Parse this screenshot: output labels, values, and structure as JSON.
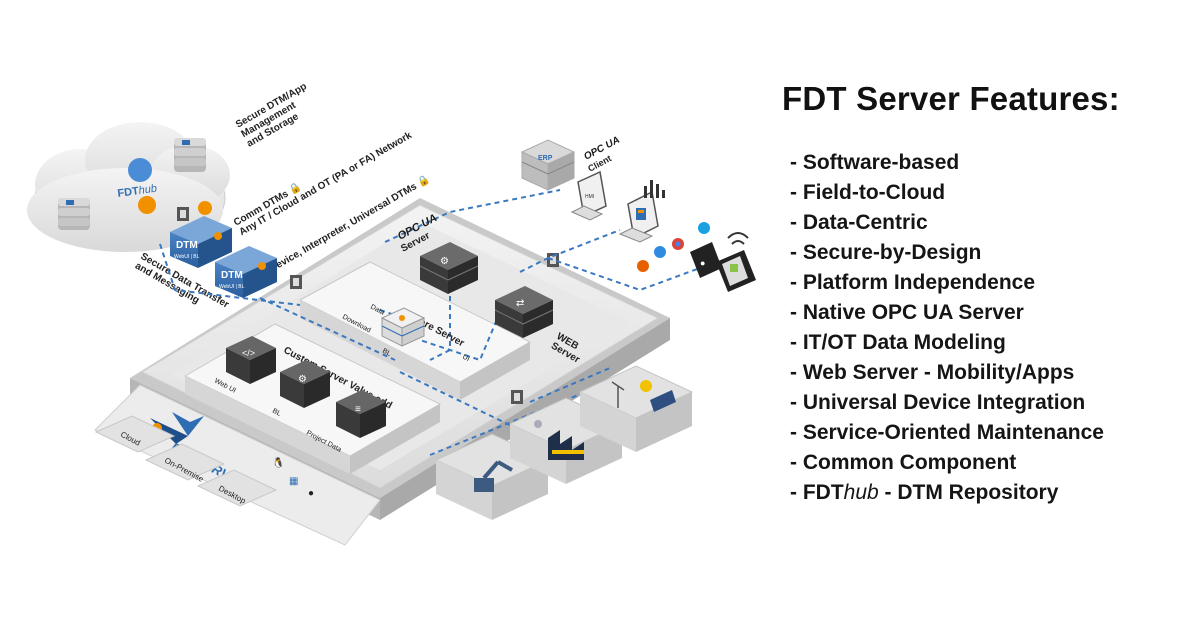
{
  "features": {
    "title": "FDT Server Features:",
    "items": [
      "- Software-based",
      "- Field-to-Cloud",
      "- Data-Centric",
      "- Secure-by-Design",
      "- Platform Independence",
      "- Native OPC UA Server",
      "- IT/OT Data Modeling",
      "- Web Server - Mobility/Apps",
      "- Universal Device Integration",
      "- Service-Oriented Maintenance",
      "- Common Component"
    ],
    "last_item": {
      "prefix": "- FDT",
      "italic": "hub",
      "suffix": " - DTM Repository"
    }
  },
  "diagram": {
    "cloud": {
      "hub_brand": "FDT",
      "hub_italic": "hub",
      "label_storage": [
        "Secure DTM/App",
        "Management",
        "and Storage"
      ],
      "label_comm": [
        "Comm DTMs 🔒",
        "Any IT / Cloud and OT (PA or FA) Network"
      ],
      "label_device": "Device, Interpreter, Universal DTMs 🔒",
      "label_transfer": [
        "Secure Data Transfer",
        "and Messaging"
      ]
    },
    "dtm_blocks": [
      {
        "title": "DTM",
        "sub": "WebUI | BL"
      },
      {
        "title": "DTM",
        "sub": "WebUI | BL"
      }
    ],
    "servers": {
      "opc_brand": "OPC UA",
      "opc_server_label": "Server",
      "core_label": "Core Server",
      "web_label": [
        "WEB",
        "Server"
      ],
      "data_label": "Data",
      "download_label": "Download",
      "bl_label": "BL",
      "ui_label": "UI",
      "custom_label": "Custom Server Value-add",
      "webui_label": "Web UI",
      "bl2_label": "BL",
      "project_label": "Project Data"
    },
    "external": {
      "erp_label": "ERP",
      "opc_brand": "OPC UA",
      "client_label": "Client",
      "monitor_label": "HMI"
    },
    "platforms": [
      "Cloud",
      "On-Premise",
      "Desktop"
    ],
    "fdt_logo": "FDT SERVER",
    "colors": {
      "accent_blue": "#2f6db3",
      "orange": "#f29100",
      "dark": "#3a3a3a",
      "dash": "#3a78c0"
    }
  }
}
